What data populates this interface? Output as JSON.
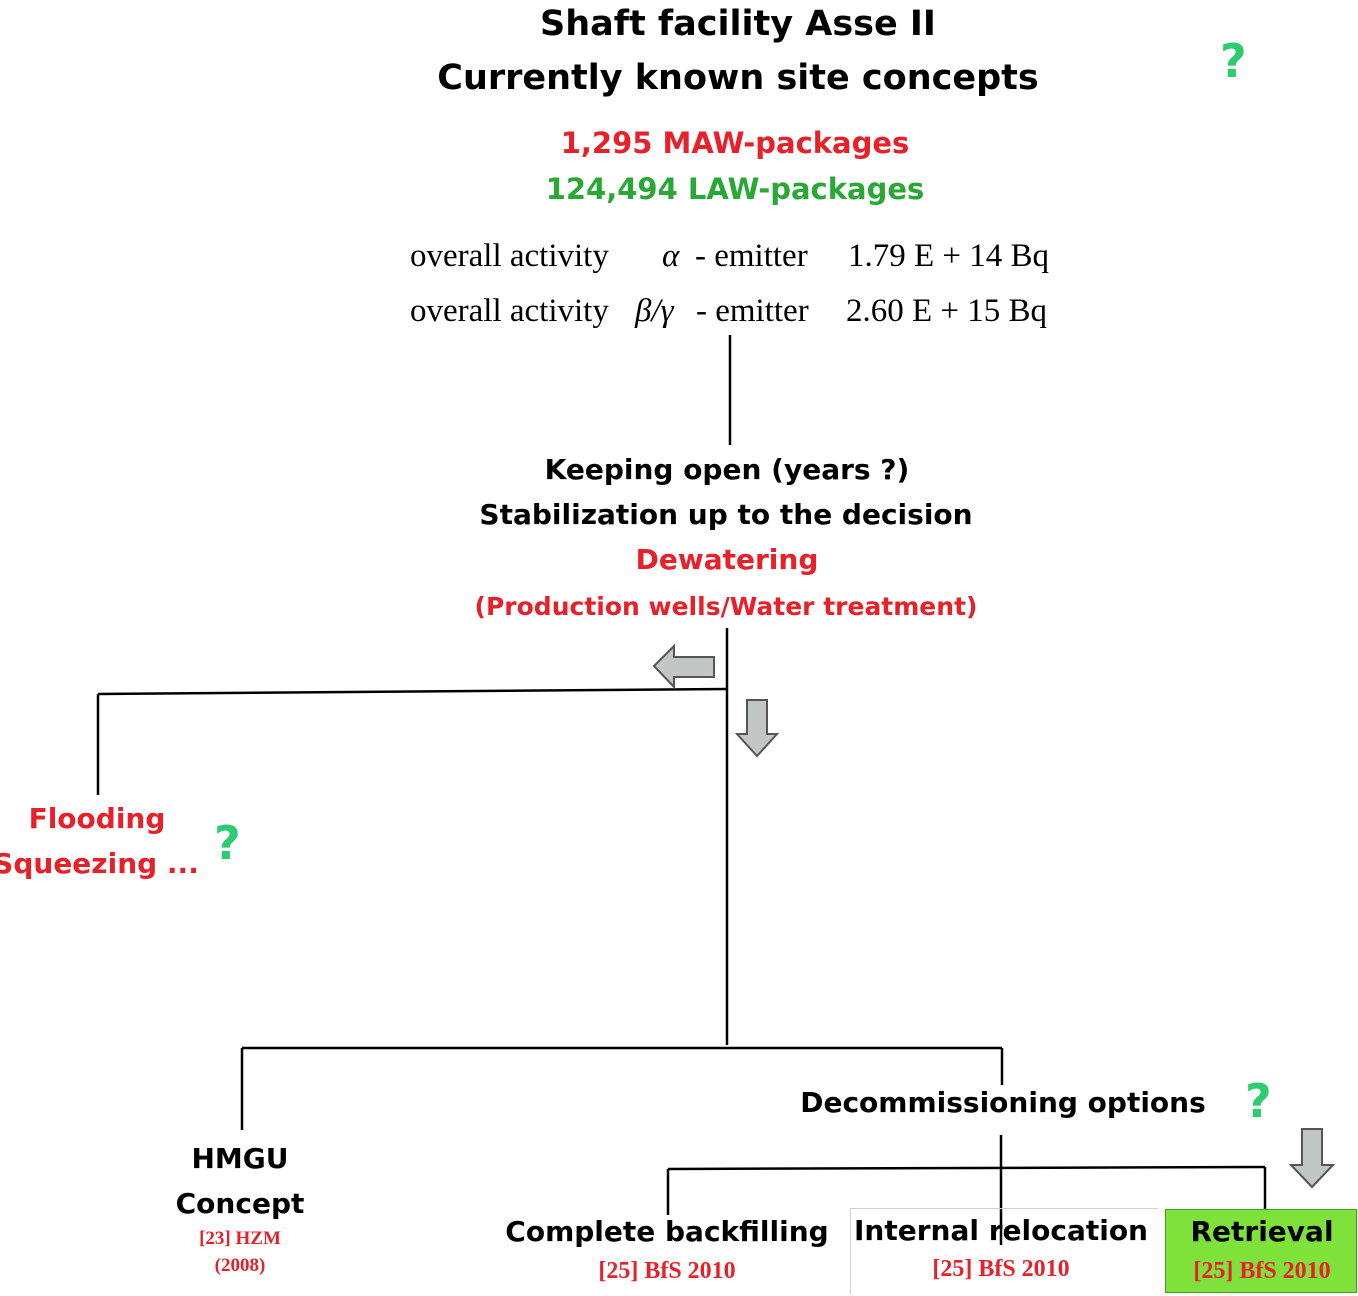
{
  "title": {
    "line1": "Shaft facility Asse II",
    "line2": "Currently known site concepts"
  },
  "packages": {
    "maw": "1,295 MAW-packages",
    "law": "124,494 LAW-packages"
  },
  "activity": {
    "alpha": {
      "label": "overall activity",
      "symbol": "α",
      "emitter": "- emitter",
      "value": "1.79 E + 14 Bq"
    },
    "beta_gamma": {
      "label": "overall activity",
      "symbol": "β/γ",
      "emitter": "- emitter",
      "value": "2.60 E + 15 Bq"
    }
  },
  "keeping_open": {
    "line1": "Keeping open (years ?)",
    "line2": "Stabilization up to the decision",
    "line3": "Dewatering",
    "line4": "(Production wells/Water treatment)"
  },
  "flooding": {
    "line1": "Flooding",
    "line2": "Squeezing ..."
  },
  "hmgu": {
    "line1": "HMGU",
    "line2": "Concept",
    "ref1": "[23]  HZM",
    "ref2": "(2008)"
  },
  "decommissioning": "Decommissioning options",
  "options": {
    "backfilling": {
      "label": "Complete backfilling",
      "ref": "[25] BfS 2010"
    },
    "relocation": {
      "label": "Internal relocation",
      "ref": "[25] BfS 2010"
    },
    "retrieval": {
      "label": "Retrieval",
      "ref": "[25] BfS 2010"
    }
  },
  "question_mark": "?",
  "colors": {
    "red": "#e8202a",
    "green_text": "#2aa836",
    "question": "#2ecc71",
    "retrieval_bg": "#7ee23a",
    "arrow_fill": "#c2c7c5"
  },
  "icons": [
    "arrow-left-icon",
    "arrow-down-icon"
  ]
}
